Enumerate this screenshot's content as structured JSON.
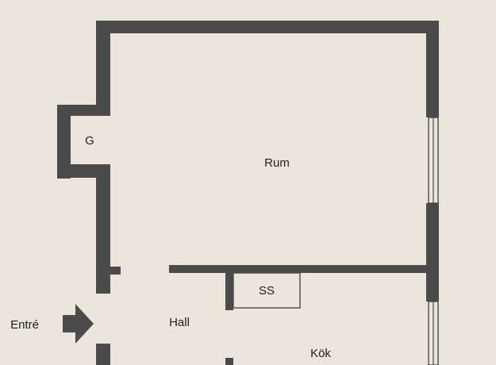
{
  "plan": {
    "rooms": {
      "rum": "Rum",
      "hall": "Hall",
      "kok": "Kök",
      "garderob": "G",
      "ss": "SS"
    },
    "entrance_label": "Entré"
  },
  "colors": {
    "wall": "#4b4b4b",
    "paper": "#ebe6db",
    "text": "#1f1f1f"
  }
}
